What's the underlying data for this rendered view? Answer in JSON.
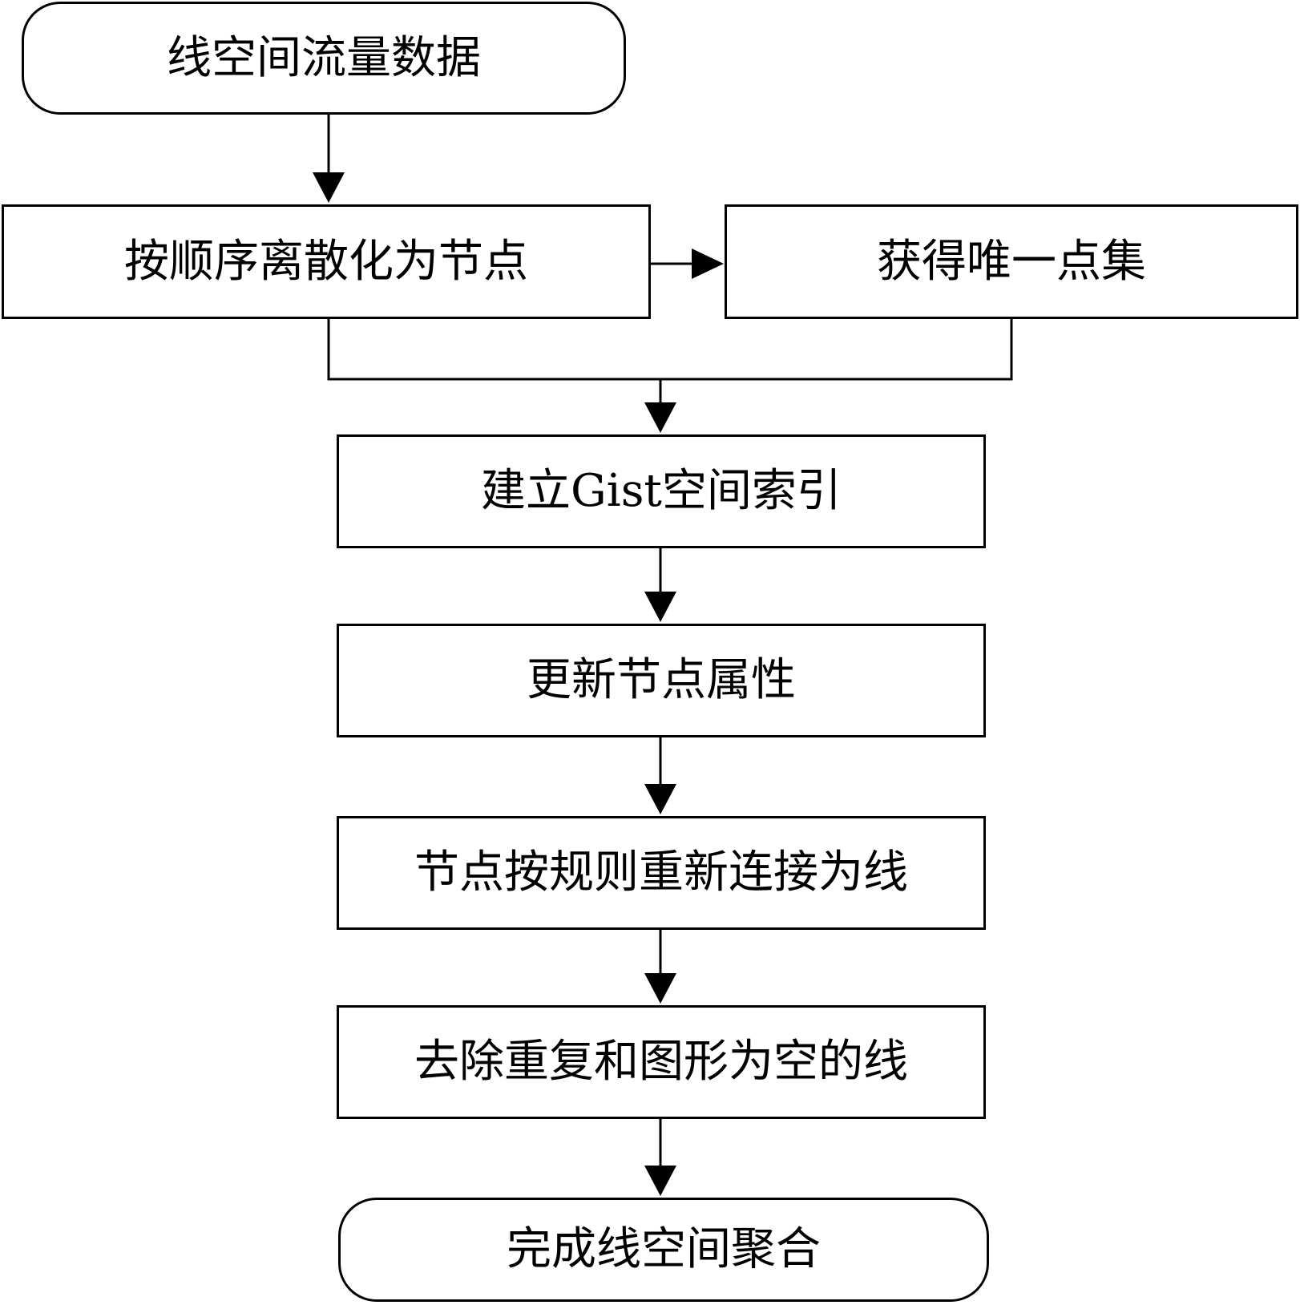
{
  "diagram": {
    "type": "flowchart",
    "nodes": [
      {
        "id": "start",
        "label": "线空间流量数据",
        "shape": "rounded"
      },
      {
        "id": "discretize",
        "label": "按顺序离散化为节点",
        "shape": "rect"
      },
      {
        "id": "unique",
        "label": "获得唯一点集",
        "shape": "rect"
      },
      {
        "id": "index",
        "label": "建立Gist空间索引",
        "shape": "rect"
      },
      {
        "id": "update",
        "label": "更新节点属性",
        "shape": "rect"
      },
      {
        "id": "reconnect",
        "label": "节点按规则重新连接为线",
        "shape": "rect"
      },
      {
        "id": "dedupe",
        "label": "去除重复和图形为空的线",
        "shape": "rect"
      },
      {
        "id": "end",
        "label": "完成线空间聚合",
        "shape": "rounded"
      }
    ],
    "edges": [
      {
        "from": "start",
        "to": "discretize"
      },
      {
        "from": "discretize",
        "to": "unique"
      },
      {
        "from": "discretize",
        "to": "index"
      },
      {
        "from": "unique",
        "to": "index"
      },
      {
        "from": "index",
        "to": "update"
      },
      {
        "from": "update",
        "to": "reconnect"
      },
      {
        "from": "reconnect",
        "to": "dedupe"
      },
      {
        "from": "dedupe",
        "to": "end"
      }
    ]
  }
}
